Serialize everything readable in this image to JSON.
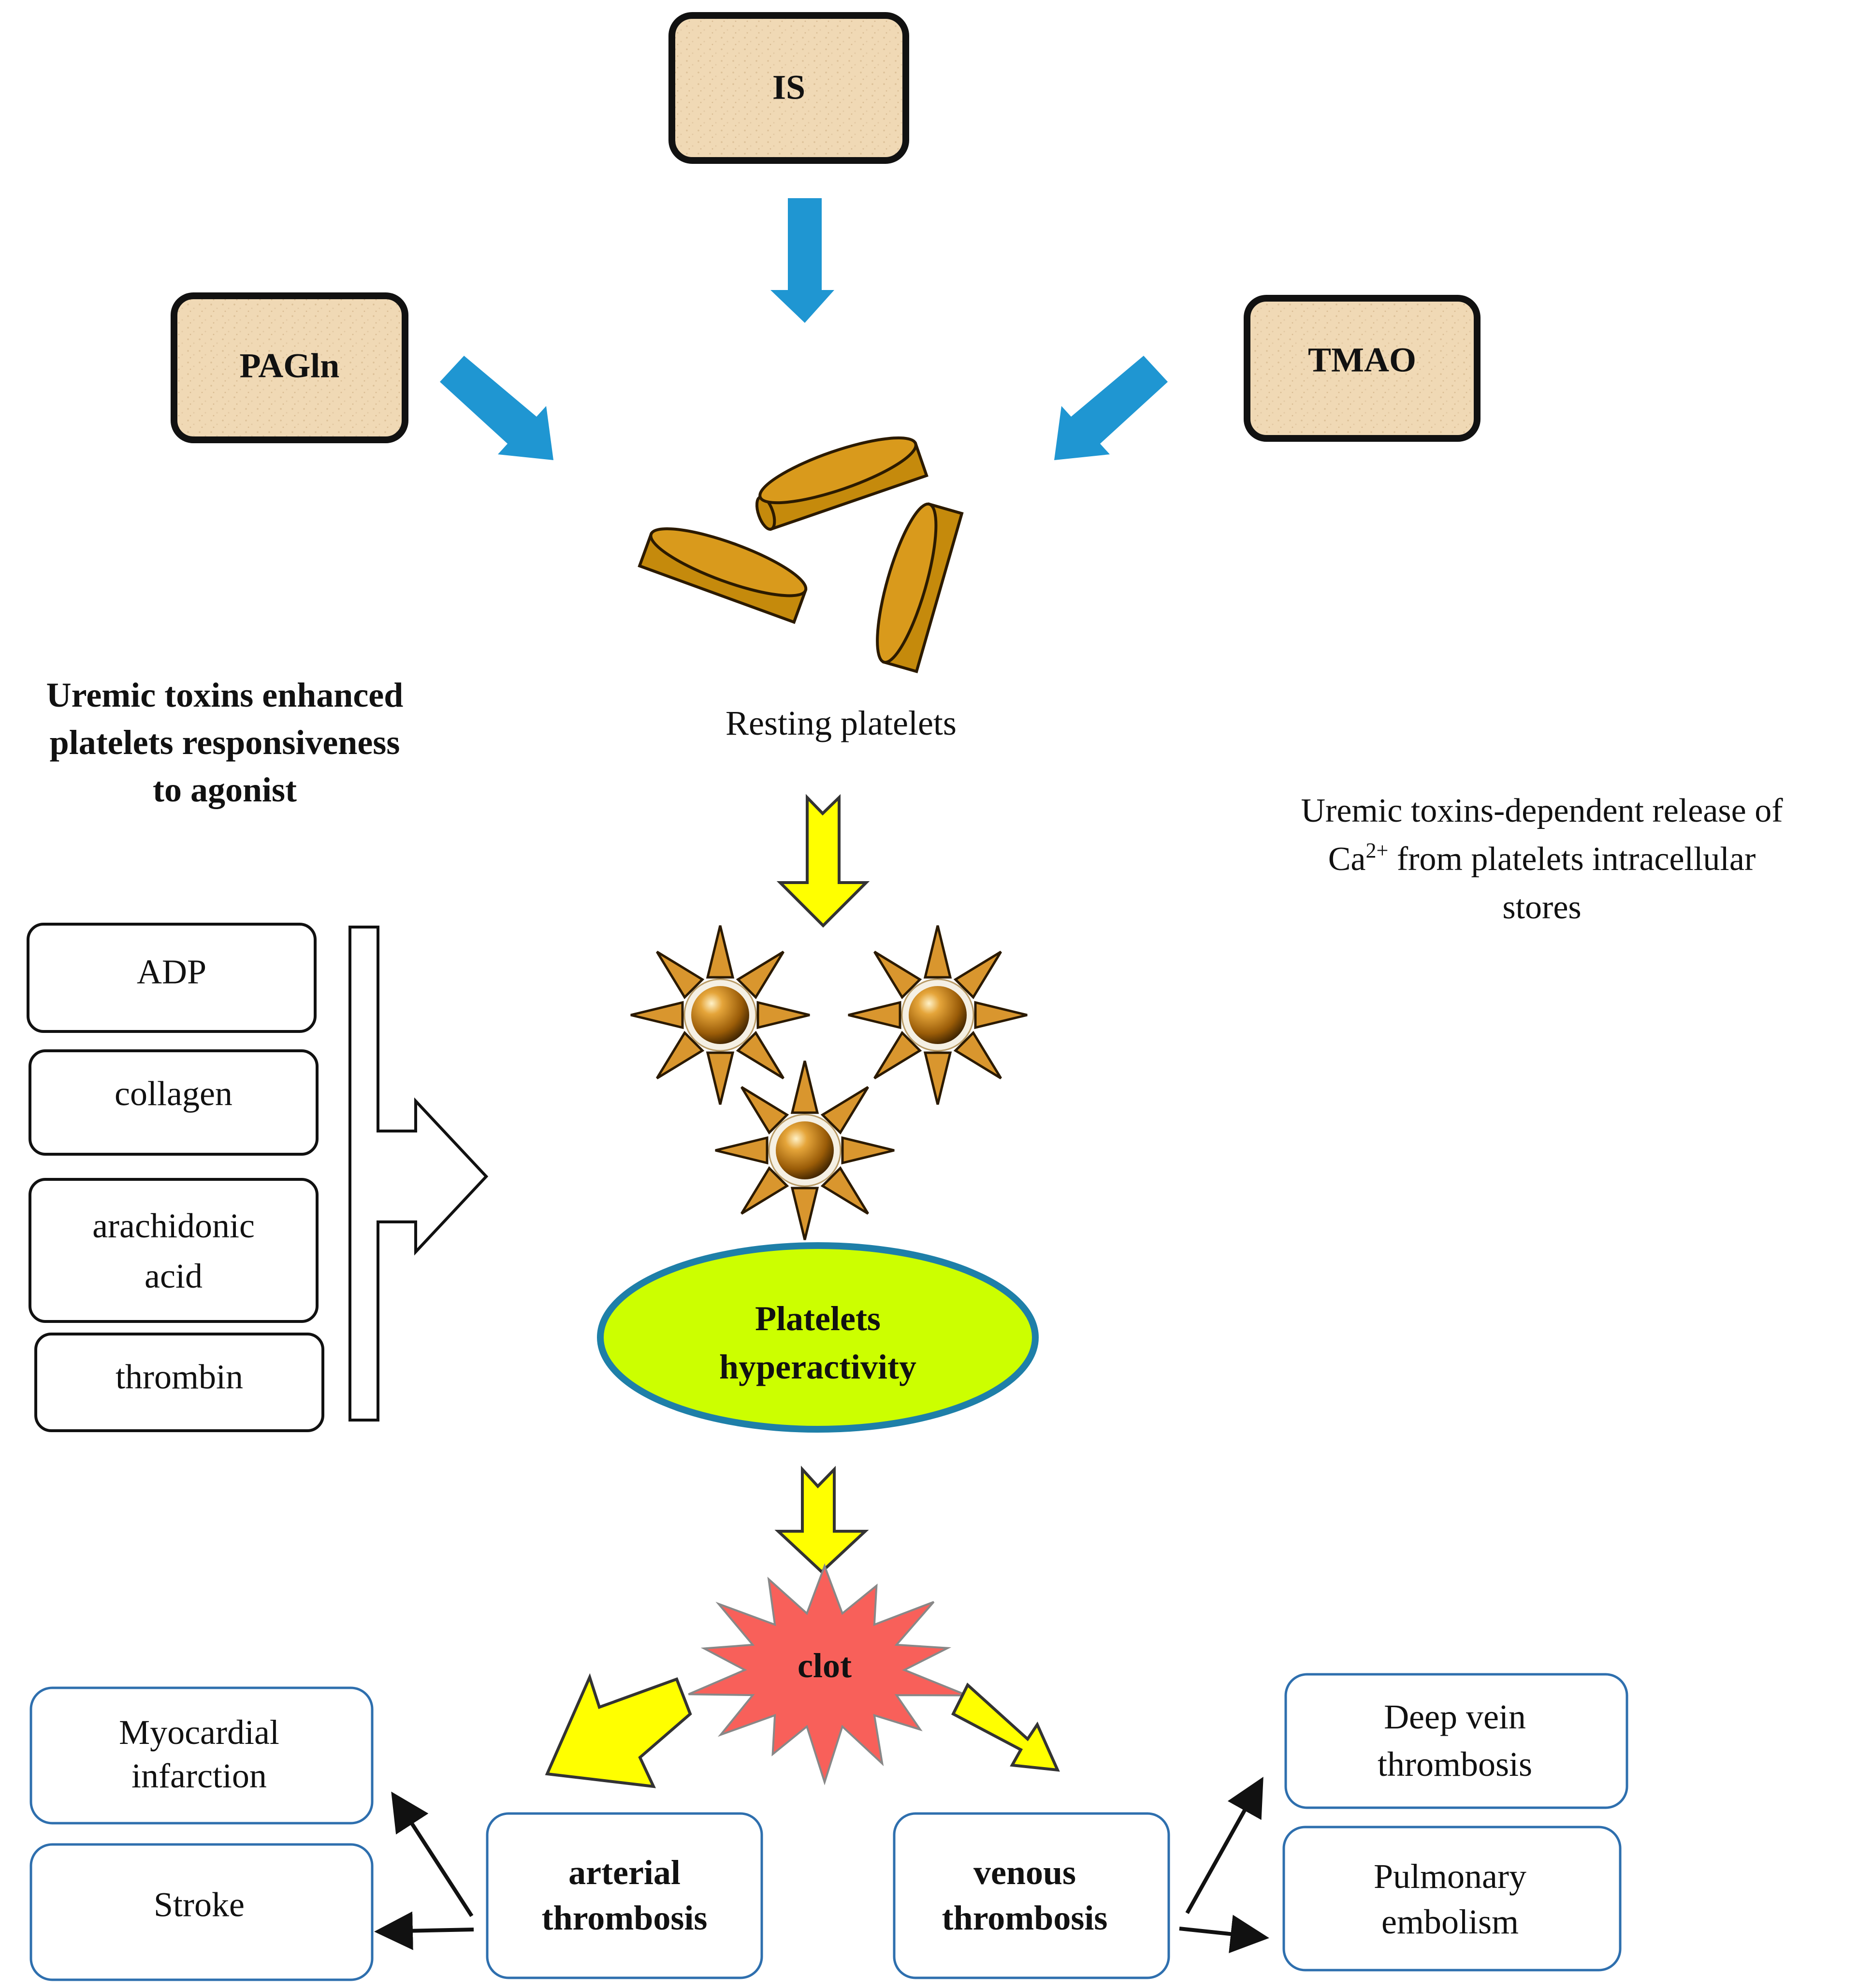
{
  "toxins": {
    "is": "IS",
    "pagln": "PAGln",
    "tmao": "TMAO"
  },
  "resting_label": "Resting platelets",
  "left_note": [
    "Uremic toxins enhanced",
    "platelets responsiveness",
    "to agonist"
  ],
  "right_note": {
    "line1": "Uremic toxins-dependent release of",
    "line2_pre": "Ca",
    "line2_sup": "2+",
    "line2_post": " from platelets intracellular",
    "line3": "stores"
  },
  "agonists": [
    [
      "ADP"
    ],
    [
      "collagen"
    ],
    [
      "arachidonic",
      "acid"
    ],
    [
      "thrombin"
    ]
  ],
  "hyperactivity": [
    "Platelets",
    "hyperactivity"
  ],
  "clot": "clot",
  "arterial": [
    "arterial",
    "thrombosis"
  ],
  "venous": [
    "venous",
    "thrombosis"
  ],
  "outcomes": {
    "mi": [
      "Myocardial",
      "infarction"
    ],
    "stroke": [
      "Stroke"
    ],
    "dvt": [
      "Deep vein",
      "thrombosis"
    ],
    "pe": [
      "Pulmonary",
      "embolism"
    ]
  },
  "colors": {
    "toxin_box": "#f0d9b5",
    "blue_arrow": "#1f96d2",
    "yellow_arrow": "#ffff00",
    "platelet": "#c58a0c",
    "ellipse_fill": "#ccff00",
    "ellipse_stroke": "#1e7fa8",
    "clot": "#f8605a",
    "outcome_border": "#2e6fae"
  }
}
